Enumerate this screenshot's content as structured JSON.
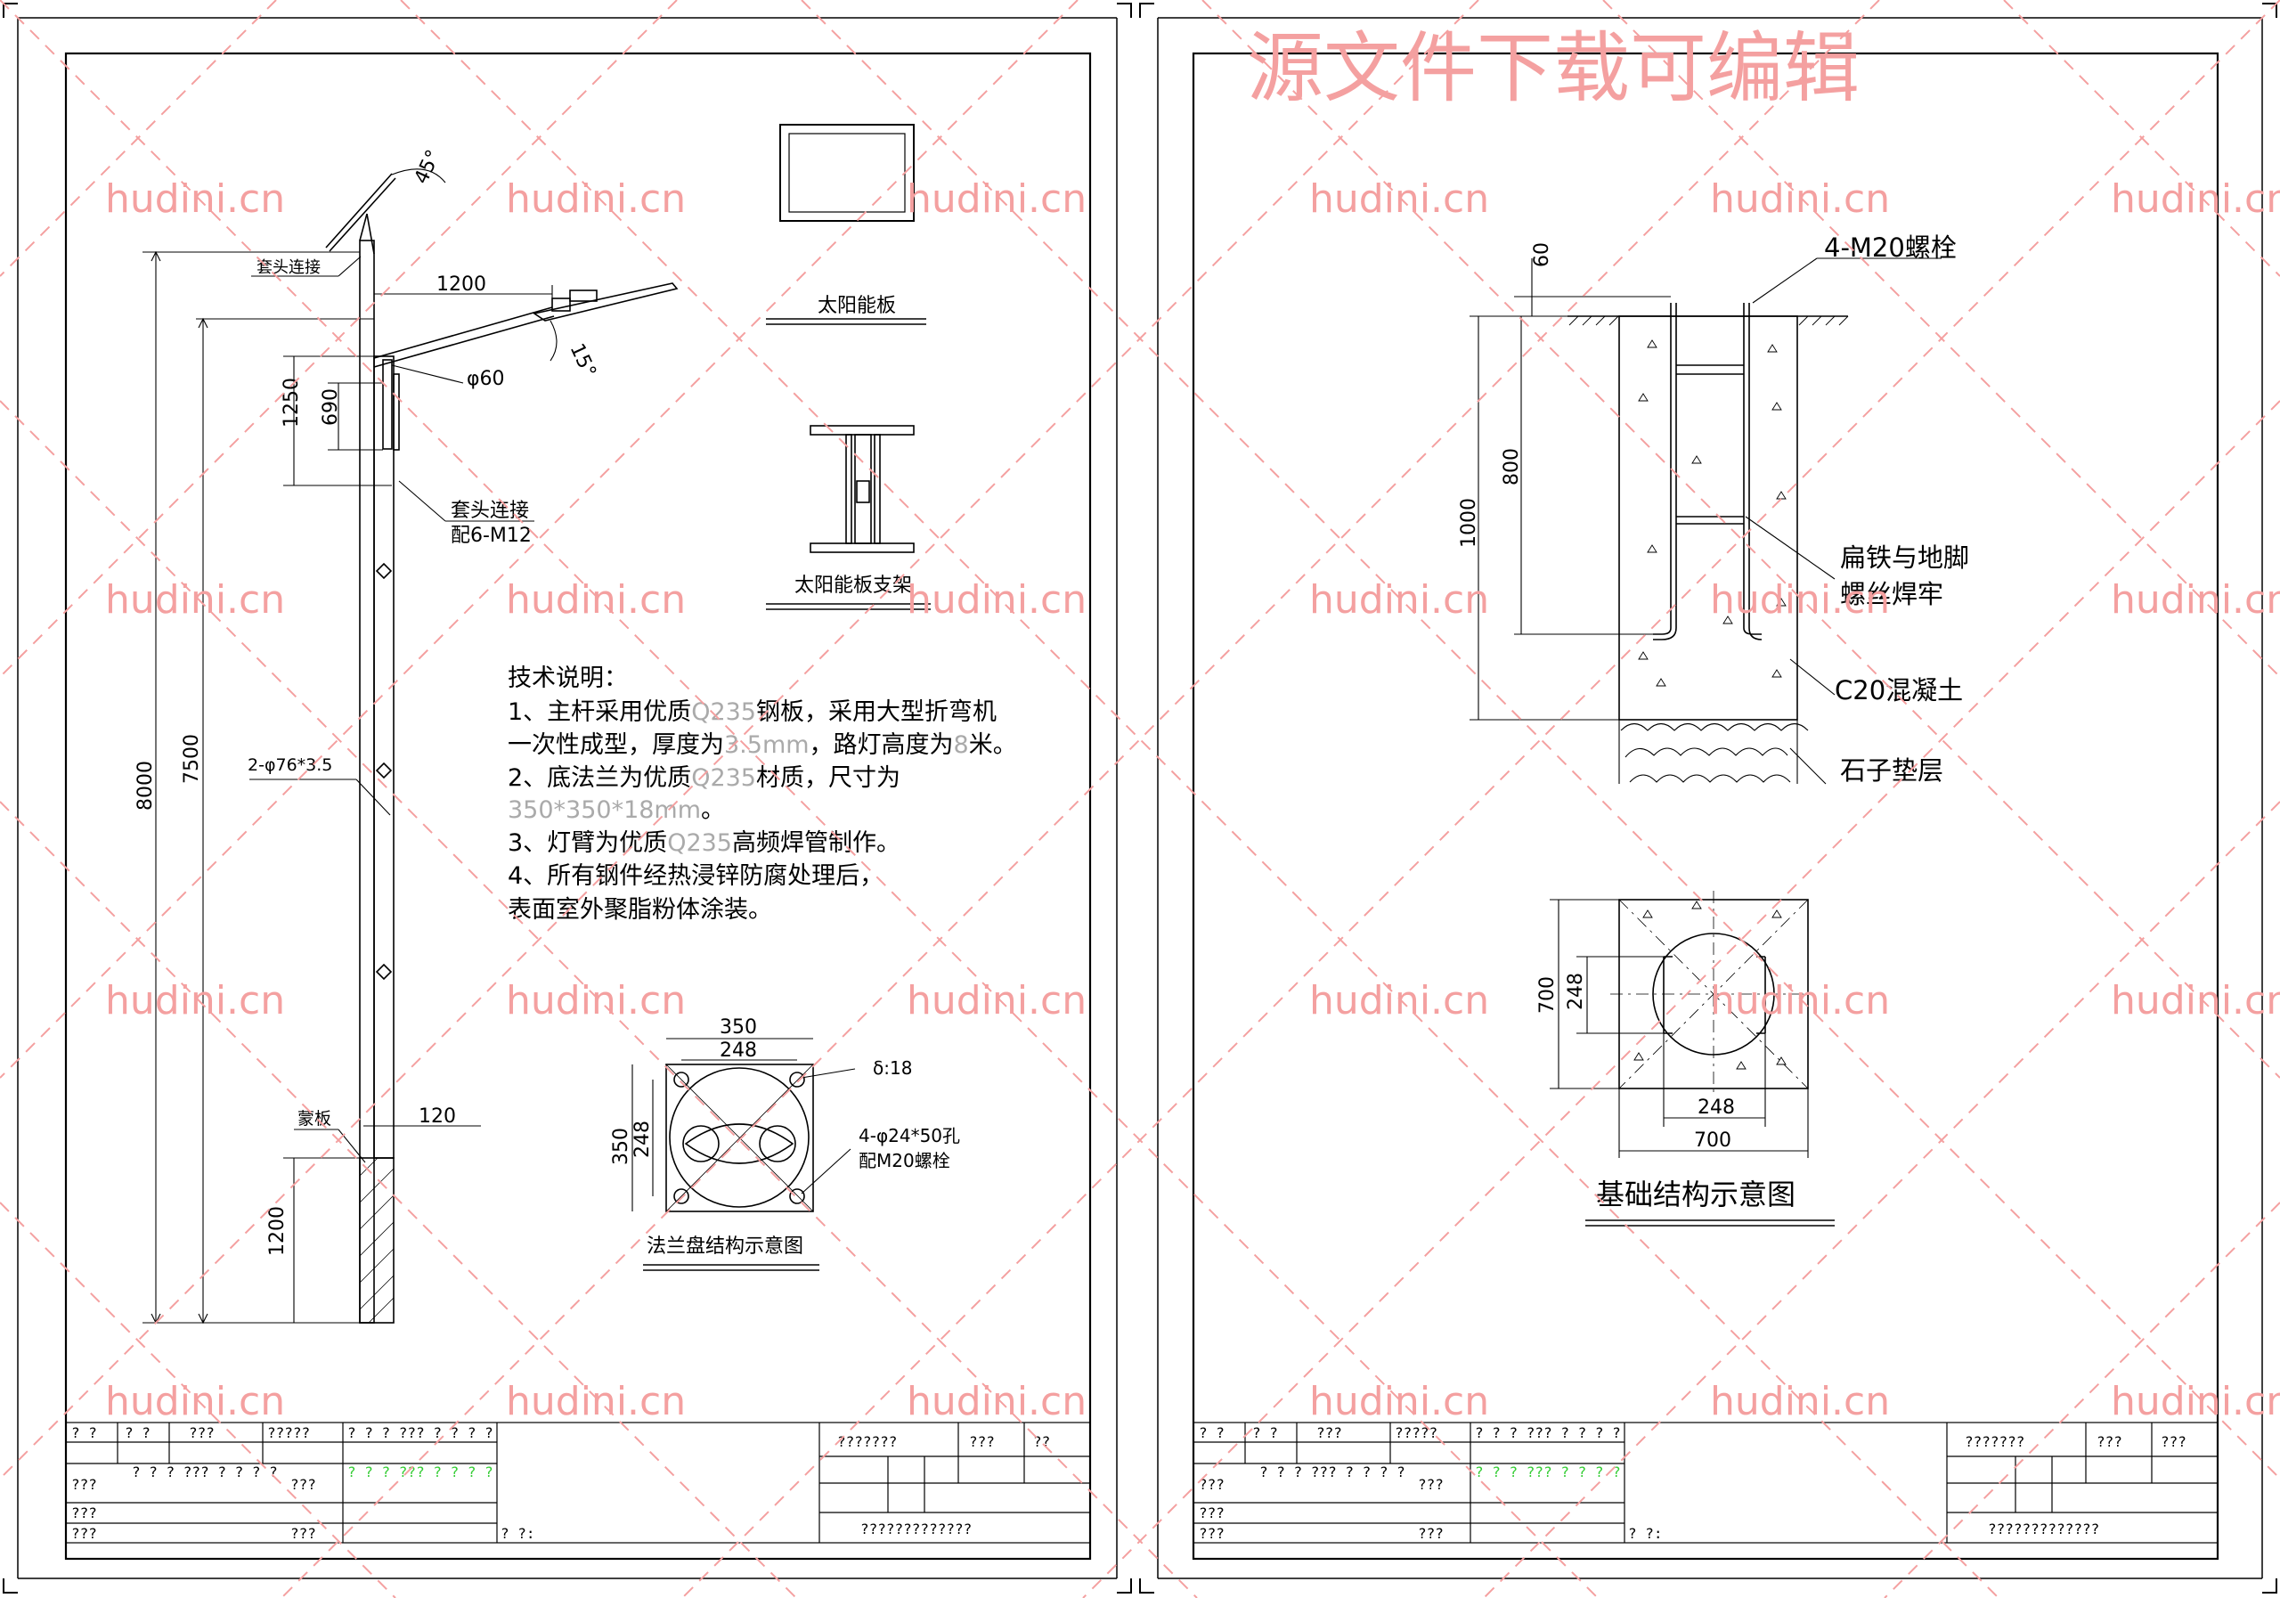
{
  "watermark": {
    "site": "hudini.cn",
    "banner": "源文件下载可编辑"
  },
  "left_sheet": {
    "pole": {
      "angle_45": "45°",
      "angle_15": "15°",
      "label_top_joint": "套头连接",
      "label_arm_len": "1200",
      "label_arm_dia": "φ60",
      "label_1250": "1250",
      "label_690": "690",
      "label_sleeve": "套头连接",
      "label_sleeve_bolts": "配6-M12",
      "label_8000": "8000",
      "label_7500": "7500",
      "label_tube": "2-φ76*3.5",
      "label_cover": "蒙板",
      "label_120": "120",
      "label_1200b": "1200"
    },
    "solar_panel": {
      "caption": "太阳能板"
    },
    "solar_bracket": {
      "caption": "太阳能板支架"
    },
    "tech_notes": {
      "title": "技术说明：",
      "lines": [
        [
          "1、主杆采用优质",
          "Q235",
          "钢板，采用大型折弯机"
        ],
        [
          "一次性成型，厚度为",
          "3.5mm",
          "，路灯高度为",
          "8",
          "米。"
        ],
        [
          "2、底法兰为优质",
          "Q235",
          "材质，尺寸为"
        ],
        [
          "",
          "350*350*18mm",
          "。"
        ],
        [
          "3、灯臂为优质",
          "Q235",
          "高频焊管制作。"
        ],
        [
          "4、所有钢件经热浸锌防腐处理后，"
        ],
        [
          "表面室外聚脂粉体涂装。"
        ]
      ]
    },
    "flange": {
      "dim_350_top": "350",
      "dim_248_top": "248",
      "dim_350_left": "350",
      "dim_248_left": "248",
      "thickness": "δ:18",
      "holes": "4-φ24*50孔",
      "bolts": "配M20螺栓",
      "caption": "法兰盘结构示意图"
    },
    "title_block": {
      "r1": [
        "? ?",
        "? ?",
        "???",
        "?????",
        "? ? ? ??? ? ? ? ?"
      ],
      "r2": [
        "???",
        "? ? ? ??? ? ? ? ?",
        "???",
        "? ? ? ??? ? ? ? ?"
      ],
      "r3": [
        "???"
      ],
      "r4": [
        "???",
        "???",
        "? ?:"
      ],
      "right": [
        "???????",
        "???",
        "??"
      ],
      "bottom_right": "?????????????"
    }
  },
  "right_sheet": {
    "foundation": {
      "bolt_label": "4-M20螺栓",
      "dim_60": "60",
      "dim_800": "800",
      "dim_1000": "1000",
      "weld_line1": "扁铁与地脚",
      "weld_line2": "螺丝焊牢",
      "concrete": "C20混凝土",
      "gravel": "石子垫层",
      "plan_700_left": "700",
      "plan_248_left": "248",
      "plan_248_bottom": "248",
      "plan_700_bottom": "700",
      "caption": "基础结构示意图"
    },
    "title_block": {
      "r1": [
        "? ?",
        "? ?",
        "???",
        "?????",
        "? ? ? ??? ? ? ? ?"
      ],
      "r2": [
        "???",
        "? ? ? ??? ? ? ? ?",
        "???",
        "? ? ? ??? ? ? ? ?"
      ],
      "r3": [
        "???"
      ],
      "r4": [
        "???",
        "???",
        "? ?:"
      ],
      "right": [
        "???????",
        "???",
        "???"
      ],
      "bottom_right": "?????????????"
    }
  }
}
